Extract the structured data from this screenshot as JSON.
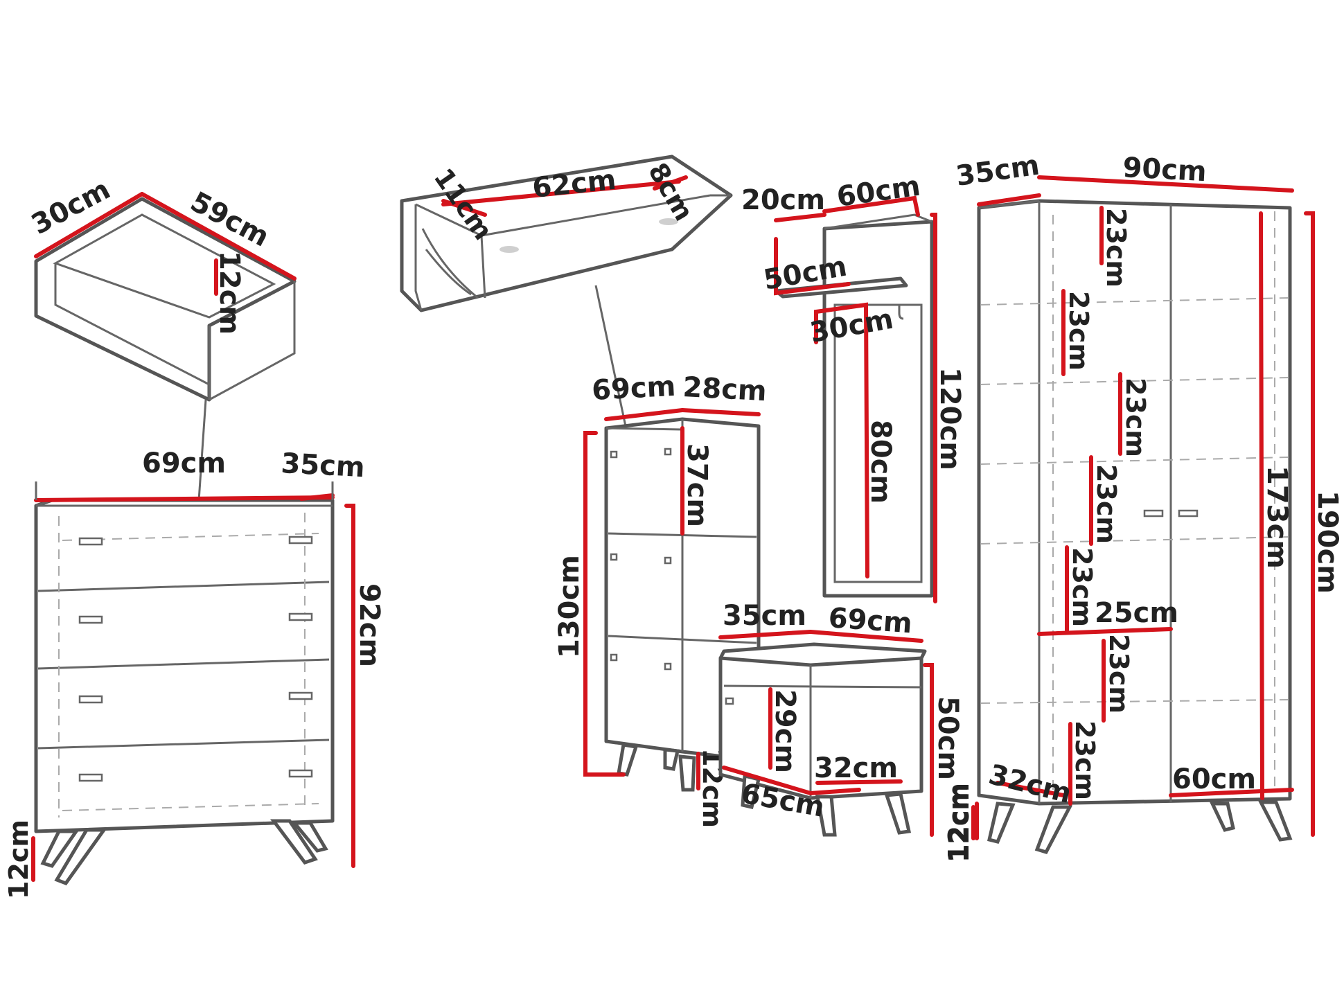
{
  "colors": {
    "dimension_line": "#d4141c",
    "outline": "#555555",
    "text": "#222222"
  },
  "drawer": {
    "width": "30cm",
    "depth": "59cm",
    "height": "12cm"
  },
  "shelf": {
    "depth_a": "11cm",
    "length": "62cm",
    "depth_b": "8cm"
  },
  "mirror_panel": {
    "shelf_depth": "20cm",
    "width": "60cm",
    "shelf_width": "50cm",
    "mirror_width": "30cm",
    "mirror_height": "80cm",
    "height": "120cm"
  },
  "wardrobe": {
    "depth": "35cm",
    "width": "90cm",
    "shelf_gaps": [
      "23cm",
      "23cm",
      "23cm",
      "23cm",
      "23cm",
      "23cm",
      "23cm"
    ],
    "inner_height": "173cm",
    "height": "190cm",
    "partition_width": "25cm",
    "inner_depth": "32cm",
    "inner_width": "60cm",
    "legs": "12cm"
  },
  "dresser": {
    "width": "69cm",
    "depth": "35cm",
    "height": "92cm",
    "legs": "12cm"
  },
  "shoe_cabinet": {
    "width": "69cm",
    "depth": "28cm",
    "compartment": "37cm",
    "height": "130cm",
    "legs": "12cm"
  },
  "bench": {
    "depth": "35cm",
    "width": "69cm",
    "inner_height": "29cm",
    "height": "50cm",
    "inner_depth": "32cm",
    "inner_width": "65cm",
    "legs": "12cm"
  }
}
